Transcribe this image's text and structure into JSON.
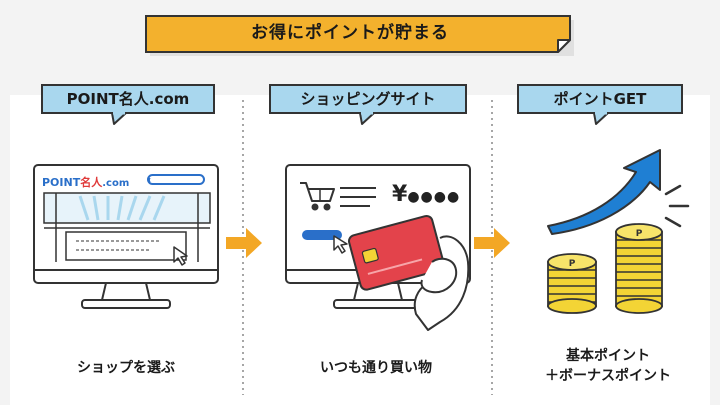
{
  "banner": {
    "title": "お得にポイントが貯まる"
  },
  "steps": [
    {
      "tag": "POINT名人.com",
      "caption": "ショップを選ぶ"
    },
    {
      "tag": "ショッピングサイト",
      "caption": "いつも通り買い物"
    },
    {
      "tag": "ポイントGET",
      "caption_line1": "基本ポイント",
      "caption_line2": "＋ボーナスポイント"
    }
  ],
  "site_logo": {
    "point": "POINT",
    "meijin": "名人",
    "domain": ".com"
  },
  "shop_price": {
    "yen": "¥",
    "dots": "●●●●"
  },
  "colors": {
    "banner": "#f3b12d",
    "tag": "#a9d7ee",
    "arrow": "#f3a725",
    "rise_arrow": "#1f7fd3",
    "card": "#e3434b",
    "coin": "#f3d435",
    "ink": "#333333",
    "panel": "#ffffff"
  },
  "icons": [
    "shopping-cart-icon",
    "cursor-icon",
    "credit-card-icon",
    "hand-icon",
    "coin-stack-icon",
    "rising-arrow-icon",
    "sparkle-icon"
  ]
}
